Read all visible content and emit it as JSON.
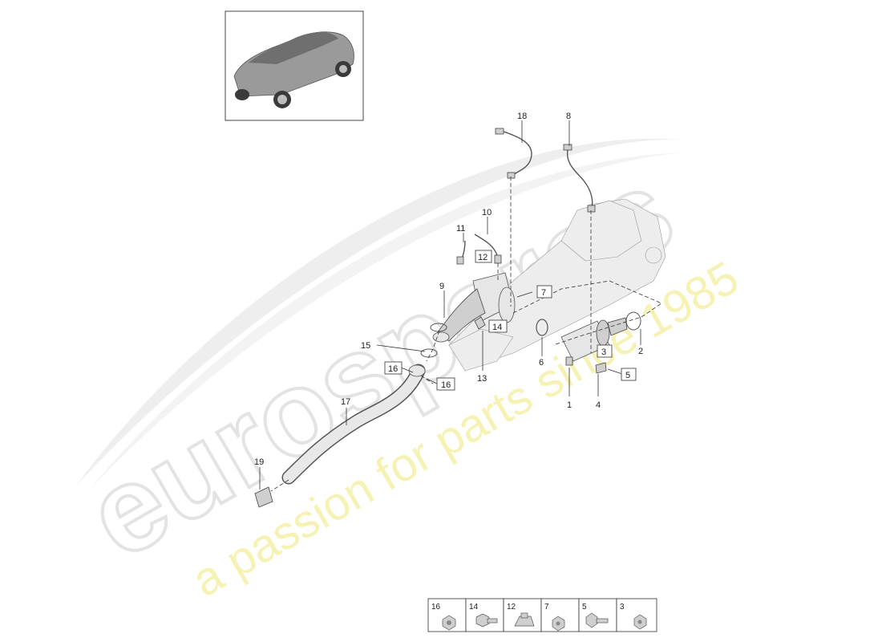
{
  "watermark": {
    "brand": "eurospares",
    "tagline": "a passion for parts since 1985"
  },
  "callouts": {
    "c1": "1",
    "c2": "2",
    "c3": "3",
    "c4": "4",
    "c5": "5",
    "c6": "6",
    "c7": "7",
    "c8": "8",
    "c9": "9",
    "c10": "10",
    "c11": "11",
    "c12": "12",
    "c13": "13",
    "c14": "14",
    "c15": "15",
    "c16a": "16",
    "c16b": "16",
    "c17": "17",
    "c18": "18",
    "c19": "19"
  },
  "legend": [
    "16",
    "14",
    "12",
    "7",
    "5",
    "3"
  ],
  "colors": {
    "watermark_grey": "#e9e9e9",
    "watermark_yellow": "#f4f1b0",
    "lines": "#333333"
  }
}
